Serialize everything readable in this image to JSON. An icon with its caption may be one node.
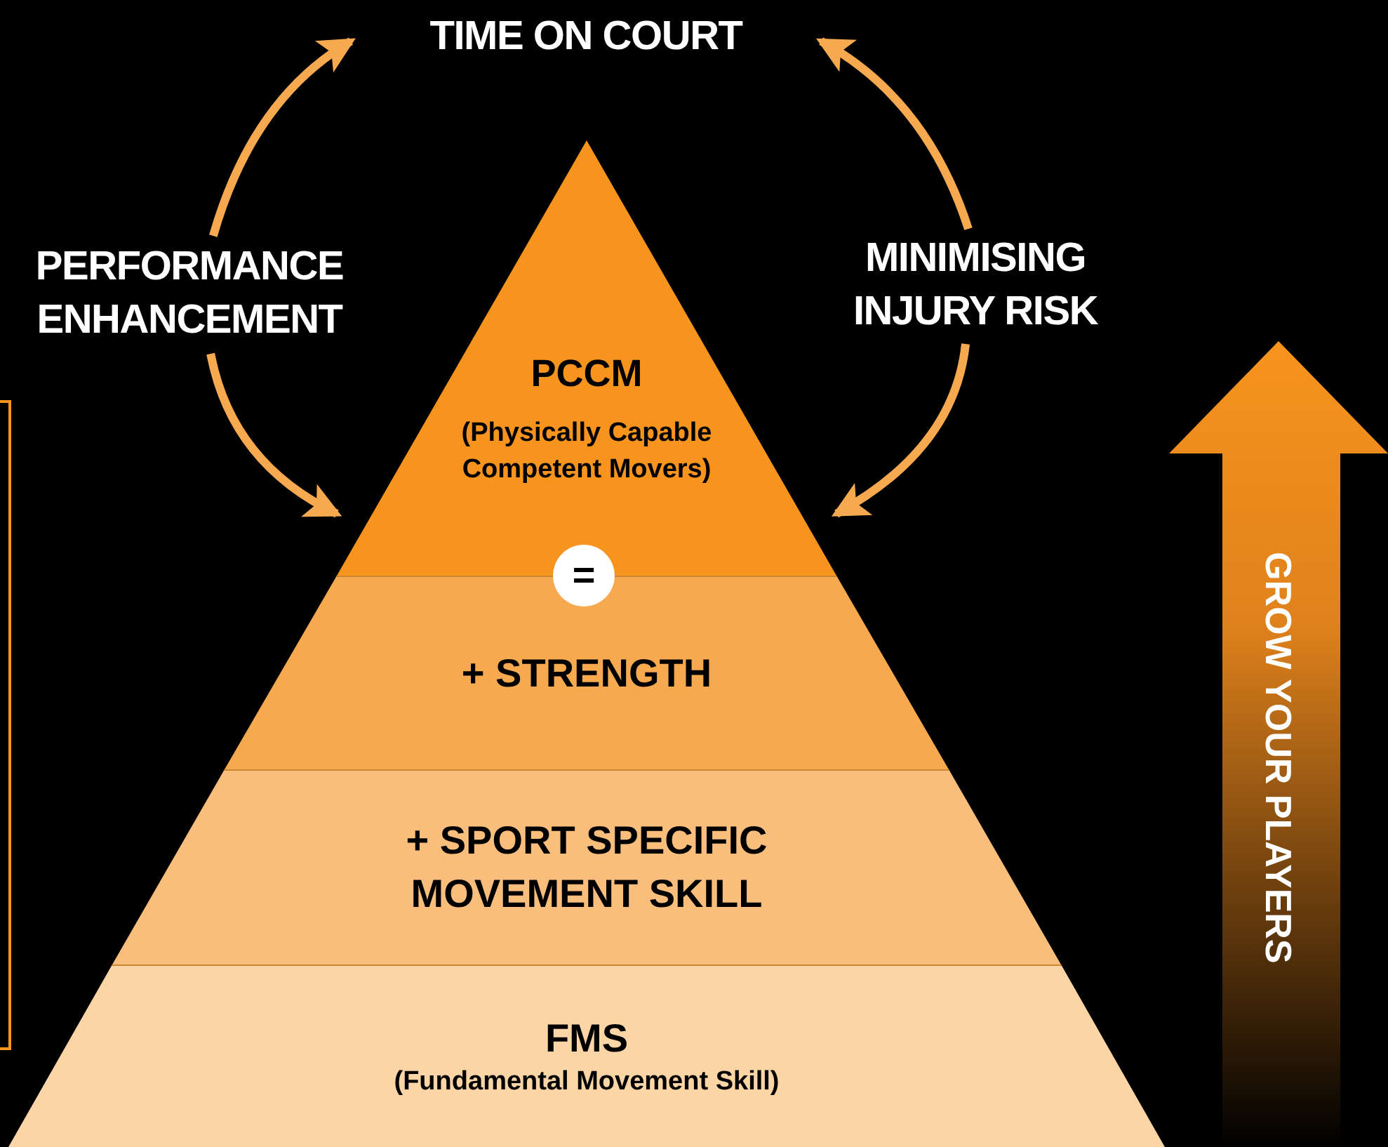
{
  "diagram": {
    "nodes": [
      {
        "text": [
          "TIME ON COURT"
        ]
      },
      {
        "text": [
          "PERFORMANCE ENHANCEMENT"
        ]
      },
      {
        "text": [
          "MINIMISING INJURY RISK"
        ]
      },
      {
        "text": [
          "PCCM",
          "(Physically Capable Competent Movers)"
        ]
      },
      {
        "text": [
          "="
        ]
      },
      {
        "text": [
          "+ STRENGTH"
        ]
      },
      {
        "text": [
          "+ SPORT SPECIFIC MOVEMENT SKILL"
        ]
      },
      {
        "text": [
          "FMS",
          "(Fundamental Movement Skill)"
        ]
      },
      {
        "text": [
          "GROW YOUR PLAYERS"
        ]
      },
      {
        "text": [],
        "shape": "box"
      }
    ],
    "edges": [
      {
        "from": 1,
        "to": 0,
        "arrow": "to"
      },
      {
        "from": 1,
        "to": 3,
        "arrow": "to"
      },
      {
        "from": 2,
        "to": 0,
        "arrow": "to"
      },
      {
        "from": 2,
        "to": 3,
        "arrow": "to"
      }
    ]
  }
}
